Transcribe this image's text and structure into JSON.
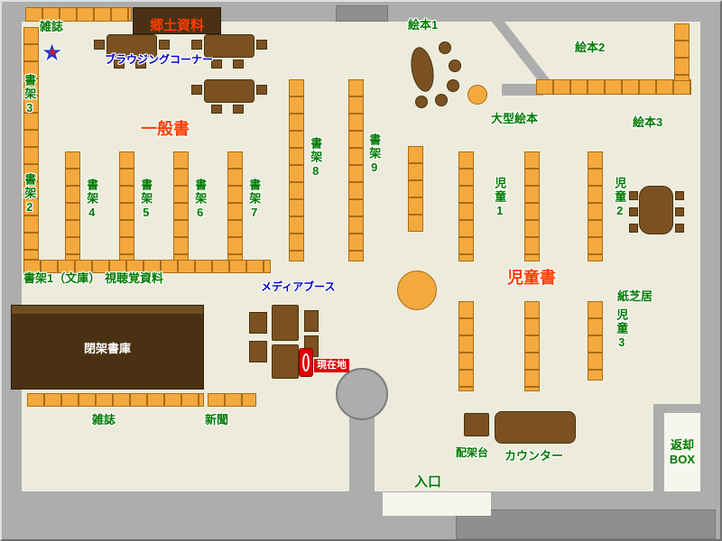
{
  "labels": {
    "magazine_top": "雑誌",
    "local_materials": "郷土資料",
    "shelf3": "書架3",
    "shelf2": "書架2",
    "browsing_corner": "ブラウジングコーナー",
    "general_books": "一般書",
    "shelf4": "書架4",
    "shelf5": "書架5",
    "shelf6": "書架6",
    "shelf7": "書架7",
    "shelf8": "書架8",
    "shelf9": "書架9",
    "picture_books1": "絵本1",
    "picture_books2": "絵本2",
    "picture_books3": "絵本3",
    "large_picture_books": "大型絵本",
    "children1": "児童1",
    "children2": "児童2",
    "children3": "児童3",
    "children_books": "児童書",
    "kamishibai": "紙芝居",
    "shelf1_bunko": "書架1（文庫）",
    "audio_visual": "視聴覚資料",
    "media_booth": "メディアブース",
    "current_location": "現在地",
    "closed_stacks": "閉架書庫",
    "magazine_bottom": "雑誌",
    "newspaper": "新聞",
    "sorting_table": "配架台",
    "counter": "カウンター",
    "return_box_l1": "返却",
    "return_box_l2": "BOX",
    "entrance": "入口"
  },
  "icons": {
    "star_glyph": "★"
  },
  "colors": {
    "floor": "#edecdc",
    "wall": "#adadad",
    "wall_dark": "#8f8f8f",
    "shelf_fill": "#f4a93e",
    "shelf_line": "#a96d16",
    "table_brown": "#7b5122",
    "table_dark": "#46320f",
    "stack_dark": "#4b3114",
    "stack_light": "#6f4e22",
    "green": "#007a00",
    "red_label": "#ff3c00",
    "blue_label": "#0000c8",
    "marker_red": "#dd0000",
    "opening": "#f7f6ee"
  }
}
